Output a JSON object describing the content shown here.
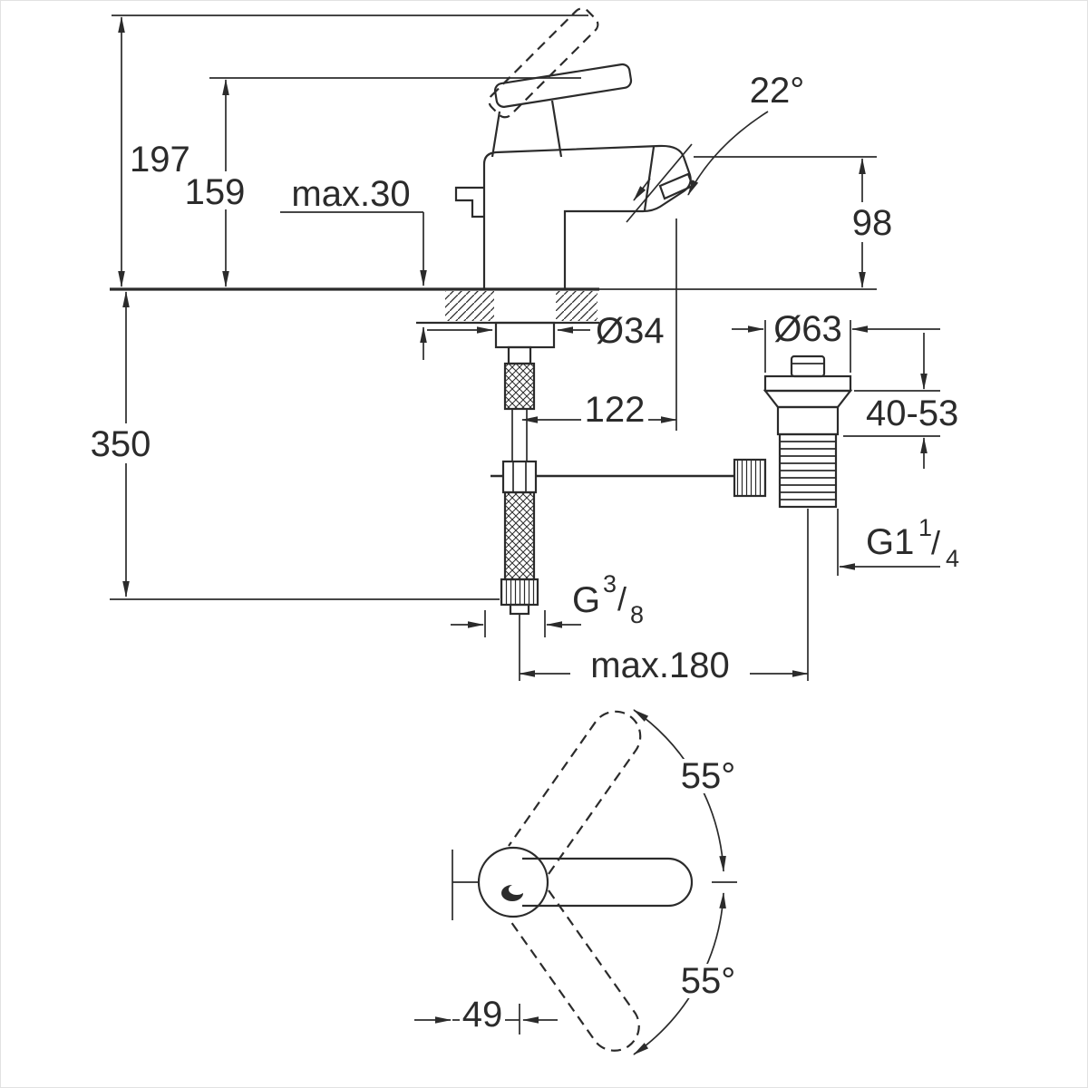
{
  "labels": {
    "height_total": "197",
    "height_body": "159",
    "max_counter_thickness": "max.30",
    "spout_angle": "22°",
    "spout_height": "98",
    "shank_diameter": "Ø34",
    "drain_flange_diameter": "Ø63",
    "spout_reach": "122",
    "drain_clamp_range": "40-53",
    "hose_length": "350",
    "drain_thread": {
      "base": "G1",
      "numerator": "1",
      "slash": "/",
      "denominator": "4"
    },
    "hose_thread": {
      "base": "G",
      "numerator": "3",
      "slash": "/",
      "denominator": "8"
    },
    "max_drain_reach": "max.180",
    "handle_swivel_top": "55°",
    "handle_swivel_bottom": "55°",
    "spout_offset": "49"
  },
  "colors": {
    "line": "#2b2b2b",
    "background": "#ffffff"
  }
}
